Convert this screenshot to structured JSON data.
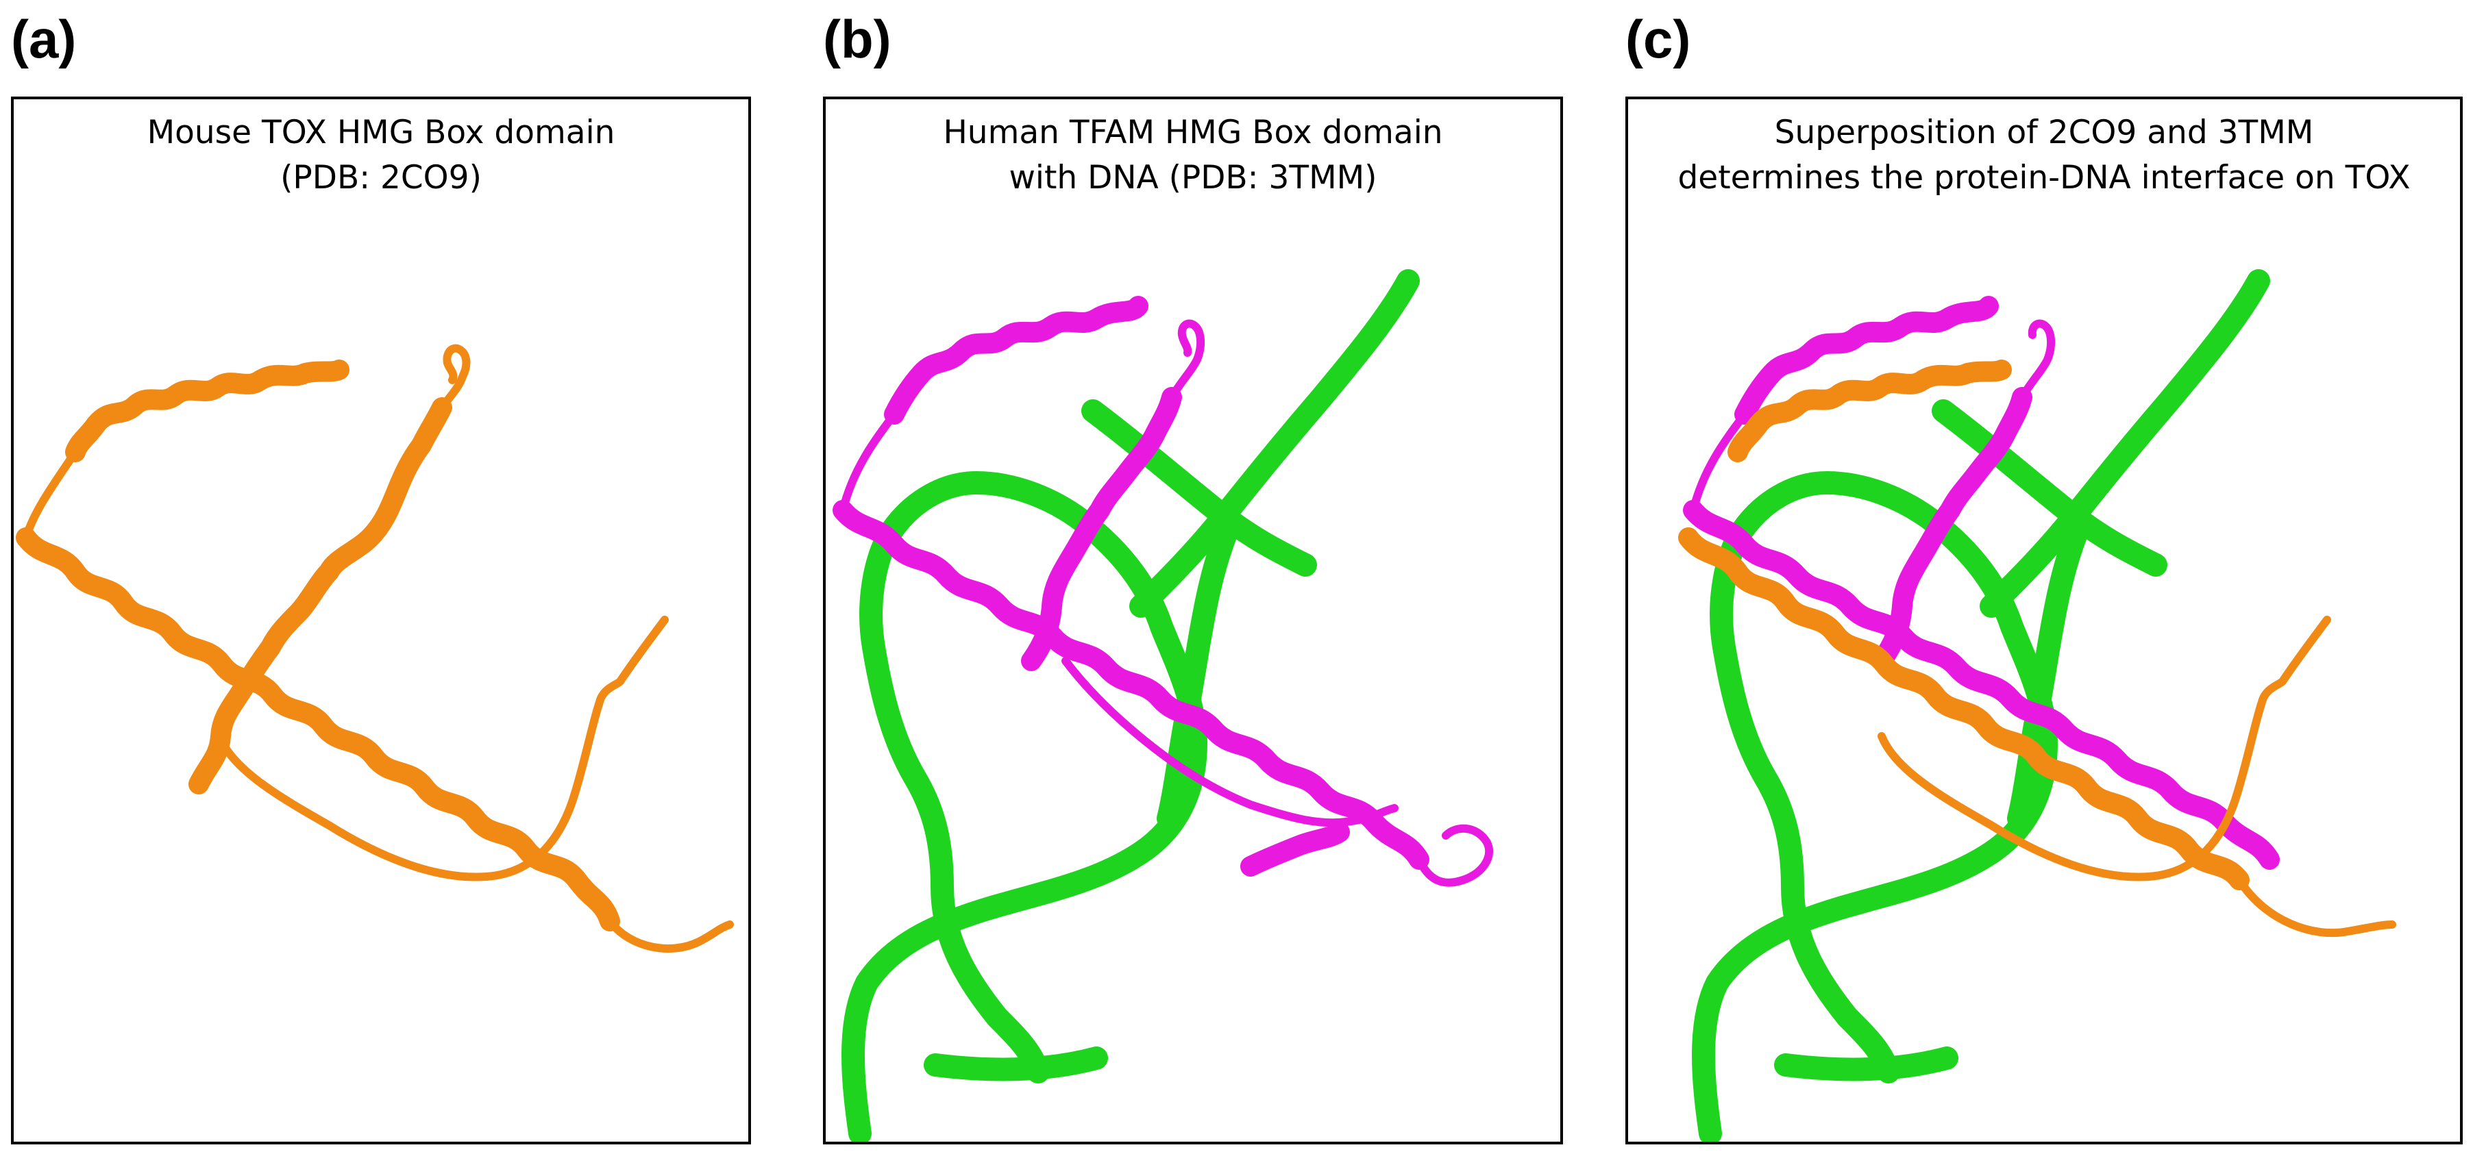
{
  "figure": {
    "panels": [
      {
        "label": "(a)",
        "title_lines": [
          "Mouse TOX HMG Box domain",
          "(PDB: 2CO9)"
        ]
      },
      {
        "label": "(b)",
        "title_lines": [
          "Human TFAM HMG Box domain",
          "with DNA (PDB: 3TMM)"
        ]
      },
      {
        "label": "(c)",
        "title_lines": [
          "Superposition of 2CO9 and 3TMM",
          "determines the protein-DNA interface on TOX"
        ]
      }
    ],
    "colors": {
      "tox_protein": "#F08A14",
      "tfam_protein": "#E81AE0",
      "dna": "#1FD41F",
      "frame": "#000000"
    }
  }
}
